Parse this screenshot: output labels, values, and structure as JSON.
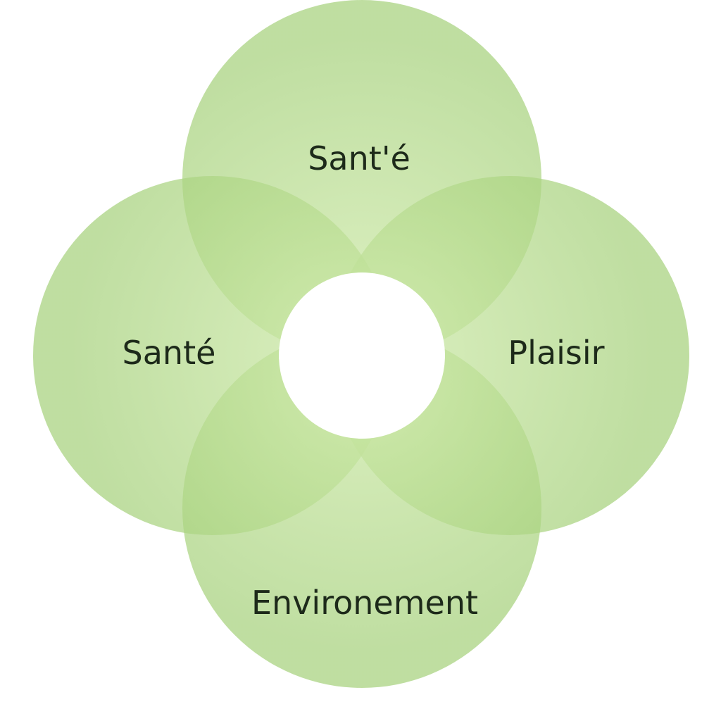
{
  "diagram": {
    "type": "four-circle-venn",
    "circles": {
      "top": {
        "label": "Sant'é"
      },
      "left": {
        "label": "Santé"
      },
      "right": {
        "label": "Plaisir"
      },
      "bottom": {
        "label": "Environement"
      }
    },
    "colors": {
      "circle_fill": "#a6d17c",
      "circle_fill_center": "#cde9a8",
      "center_hole": "#ffffff",
      "label_text": "#1d2a1a",
      "background": "#ffffff"
    }
  }
}
